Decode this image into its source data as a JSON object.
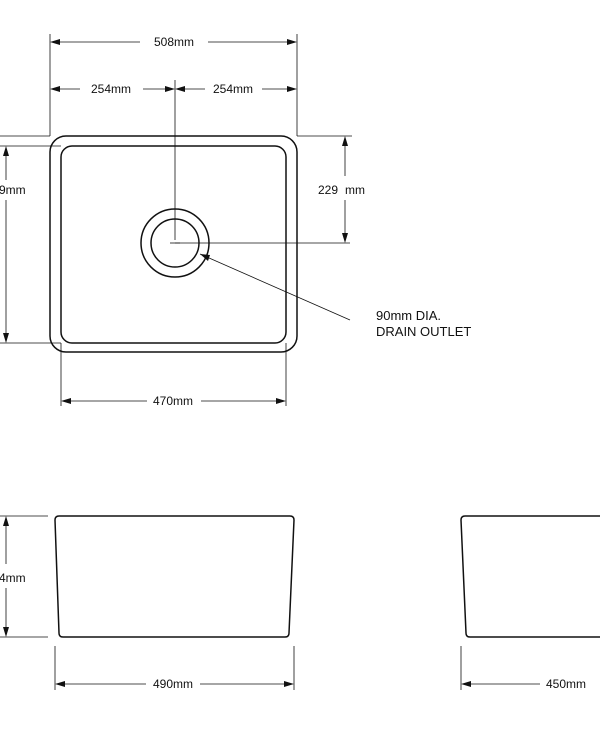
{
  "top_view": {
    "overall_width": "508mm",
    "left_half": "254mm",
    "right_half": "254mm",
    "drain_offset": "229",
    "drain_offset_unit": "mm",
    "overall_depth_partial": "9mm",
    "inner_width": "470mm",
    "drain_note_line1": "90mm  DIA.",
    "drain_note_line2": "DRAIN OUTLET"
  },
  "front_view": {
    "height_partial": "4mm",
    "width": "490mm"
  },
  "side_view": {
    "width": "450mm"
  }
}
